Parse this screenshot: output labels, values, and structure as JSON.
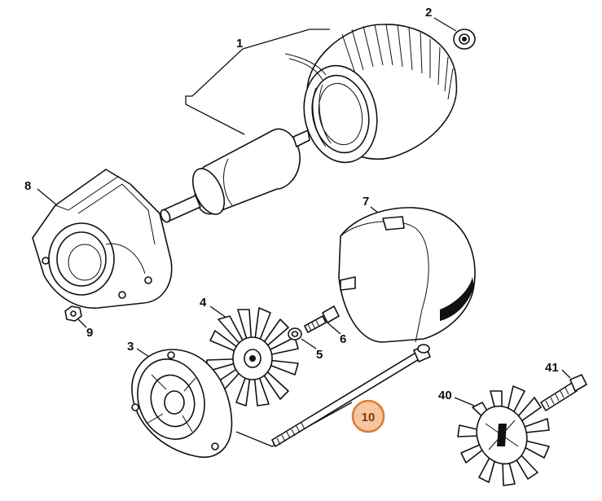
{
  "parts": {
    "p1": "1",
    "p2": "2",
    "p3": "3",
    "p4": "4",
    "p5": "5",
    "p6": "6",
    "p7": "7",
    "p8": "8",
    "p9": "9",
    "p10": "10",
    "p40": "40",
    "p41": "41"
  },
  "highlighted_part": "10",
  "colors": {
    "highlight_fill": "#f6c79f",
    "highlight_stroke": "#e07a2e",
    "ink": "#111111"
  }
}
